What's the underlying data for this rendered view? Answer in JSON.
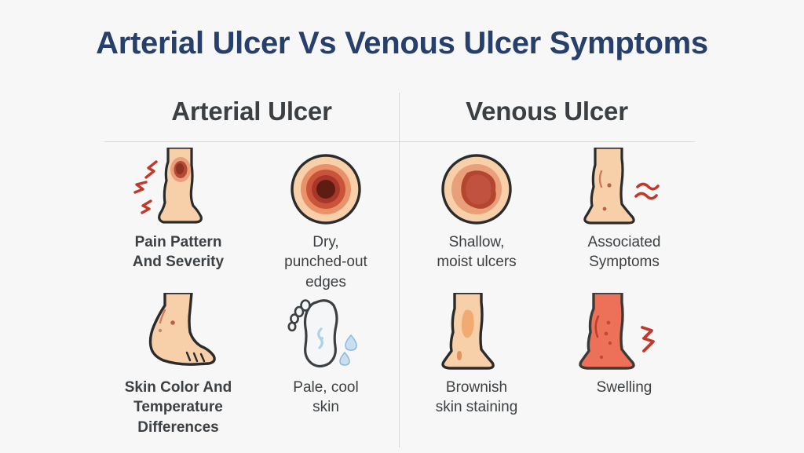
{
  "title": "Arterial Ulcer Vs Venous Ulcer Symptoms",
  "columns": {
    "left": "Arterial Ulcer",
    "right": "Venous Ulcer"
  },
  "colors": {
    "background": "#f7f7f7",
    "title_text": "#27406b",
    "heading_text": "#3c4043",
    "caption_text": "#3c4043",
    "divider": "#d8d8d8",
    "skin": "#f7cfa8",
    "skin_outline": "#2b2b2b",
    "wound_outer": "#e9a07a",
    "wound_mid": "#c9543a",
    "wound_dark": "#5e1d12",
    "pain_red": "#c0392b",
    "pale_skin": "#f4f6f8",
    "droplet_blue": "#aed1ea",
    "swelling_red": "#ed7059",
    "stain_brown": "#f0aa72"
  },
  "items": [
    {
      "id": "pain-pattern-and-severity",
      "column": "arterial",
      "row": 1,
      "icon": "leg-with-ulcer-and-pain-lines-icon",
      "caption": "Pain Pattern\nAnd Severity",
      "caption_lines": [
        "Pain Pattern",
        "And Severity"
      ],
      "emphasis": "strong"
    },
    {
      "id": "dry-punched-out-edges",
      "column": "arterial",
      "row": 1,
      "icon": "punched-out-ulcer-target-icon",
      "caption": "Dry,\npunched-out\nedges",
      "caption_lines": [
        "Dry,",
        "punched-out",
        "edges"
      ],
      "emphasis": "normal"
    },
    {
      "id": "shallow-moist-ulcers",
      "column": "venous",
      "row": 1,
      "icon": "shallow-moist-ulcer-icon",
      "caption": "Shallow,\nmoist ulcers",
      "caption_lines": [
        "Shallow,",
        "moist ulcers"
      ],
      "emphasis": "normal"
    },
    {
      "id": "associated-symptoms",
      "column": "venous",
      "row": 1,
      "icon": "leg-with-veins-and-pain-lines-icon",
      "caption": "Associated\nSymptoms",
      "caption_lines": [
        "Associated",
        "Symptoms"
      ],
      "emphasis": "normal"
    },
    {
      "id": "skin-color-and-temperature-differences",
      "column": "arterial",
      "row": 2,
      "icon": "foot-side-view-icon",
      "caption": "Skin Color And\nTemperature\nDifferences",
      "caption_lines": [
        "Skin Color And",
        "Temperature",
        "Differences"
      ],
      "emphasis": "strong"
    },
    {
      "id": "pale-cool-skin",
      "column": "arterial",
      "row": 2,
      "icon": "pale-foot-sole-with-droplets-icon",
      "caption": "Pale, cool\nskin",
      "caption_lines": [
        "Pale, cool",
        "skin"
      ],
      "emphasis": "normal"
    },
    {
      "id": "brownish-skin-staining",
      "column": "venous",
      "row": 2,
      "icon": "leg-with-brown-staining-icon",
      "caption": "Brownish\nskin staining",
      "caption_lines": [
        "Brownish",
        "skin staining"
      ],
      "emphasis": "normal"
    },
    {
      "id": "swelling",
      "column": "venous",
      "row": 2,
      "icon": "swollen-red-leg-icon",
      "caption": "Swelling",
      "caption_lines": [
        "Swelling"
      ],
      "emphasis": "normal"
    }
  ]
}
